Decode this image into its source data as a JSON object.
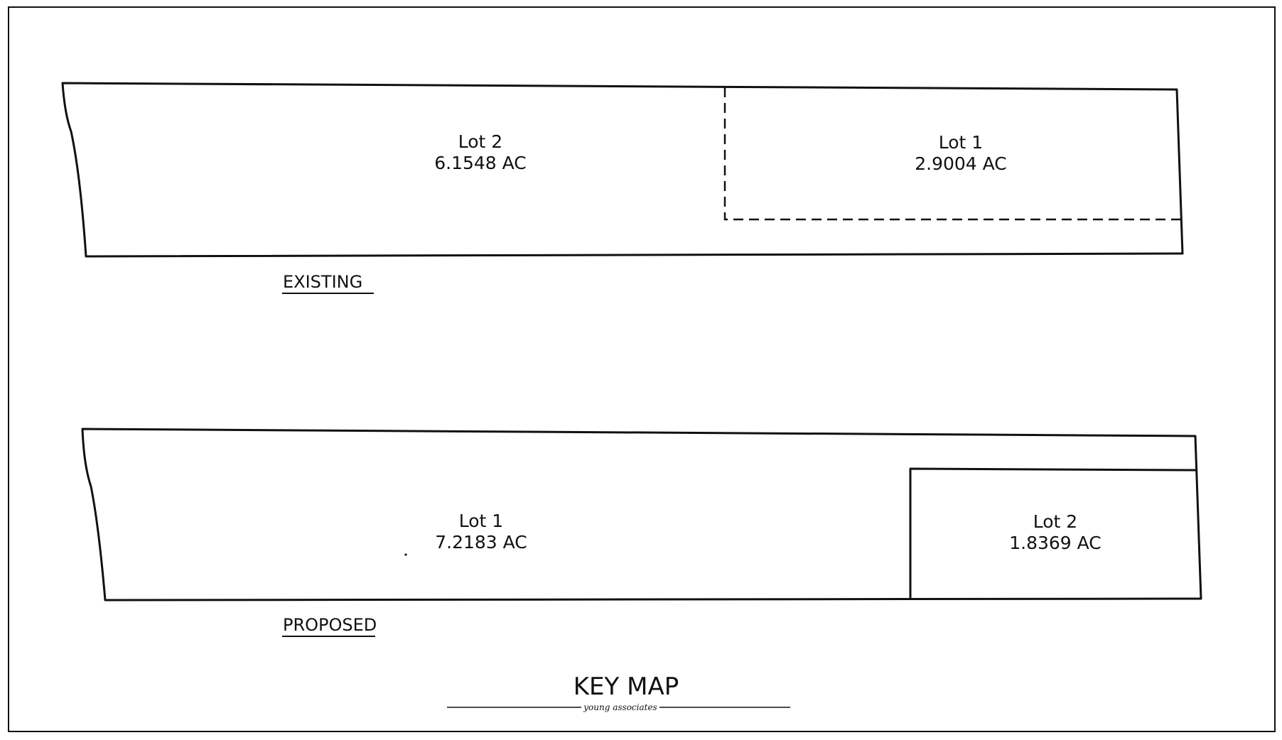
{
  "existing": {
    "label": "EXISTING",
    "lot_a": {
      "name": "Lot 2",
      "area": "6.1548 AC"
    },
    "lot_b": {
      "name": "Lot 1",
      "area": "2.9004 AC"
    }
  },
  "proposed": {
    "label": "PROPOSED",
    "lot_a": {
      "name": "Lot 1",
      "area": "7.2183 AC"
    },
    "lot_b": {
      "name": "Lot 2",
      "area": "1.8369 AC"
    }
  },
  "title": "KEY MAP",
  "credit": "young associates",
  "colors": {
    "line": "#111111",
    "background": "#ffffff"
  }
}
